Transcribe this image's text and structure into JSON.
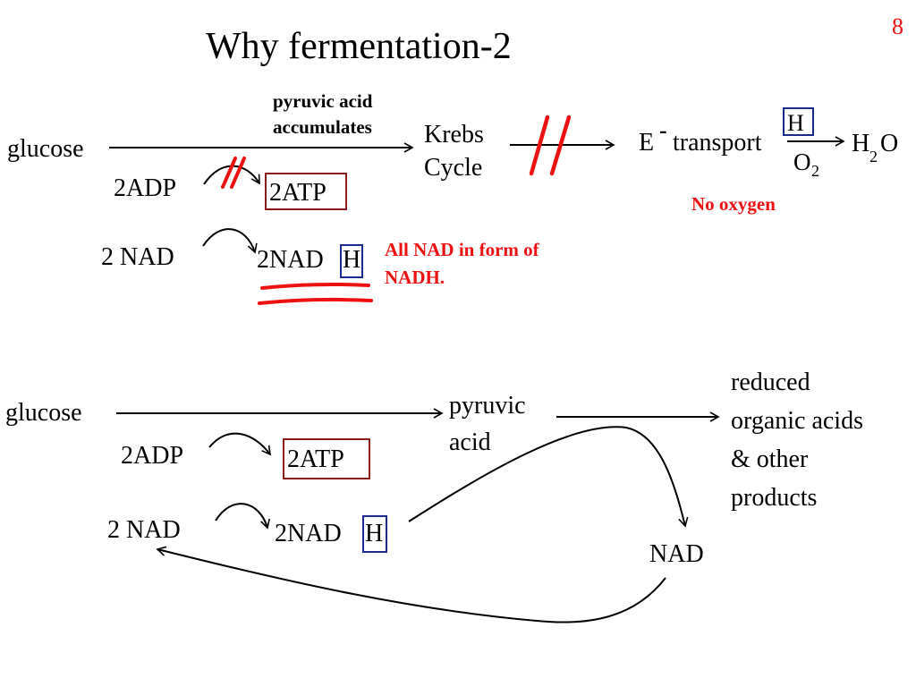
{
  "title": "Why fermentation-2",
  "page_number": "8",
  "colors": {
    "text": "#000000",
    "accent_red": "#ee1111",
    "atp_box": "#8b1a1a",
    "h_box": "#1a2a8c"
  },
  "aerobic": {
    "glucose": "glucose",
    "pyruvate_label_1": "pyruvic acid",
    "pyruvate_label_2": "accumulates",
    "krebs_1": "Krebs",
    "krebs_2": "Cycle",
    "e_symbol": "E",
    "e_charge": "-",
    "transport": "transport",
    "h": "H",
    "o": "O",
    "o_sub": "2",
    "water_h": "H",
    "water_sub": "2",
    "water_o": "O",
    "no_oxygen": "No oxygen",
    "adp": "2ADP",
    "atp": "2ATP",
    "nad": "2 NAD",
    "nadh_main": "2NAD",
    "nadh_h": "H",
    "note_1": "All NAD in form of",
    "note_2": "NADH."
  },
  "fermentation": {
    "glucose": "glucose",
    "pyruvic_1": "pyruvic",
    "pyruvic_2": "acid",
    "products_1": "reduced",
    "products_2": "organic acids",
    "products_3": "& other",
    "products_4": "products",
    "adp": "2ADP",
    "atp": "2ATP",
    "nad": "2 NAD",
    "nadh_main": "2NAD",
    "nadh_h": "H",
    "nad_regenerated": "NAD"
  }
}
